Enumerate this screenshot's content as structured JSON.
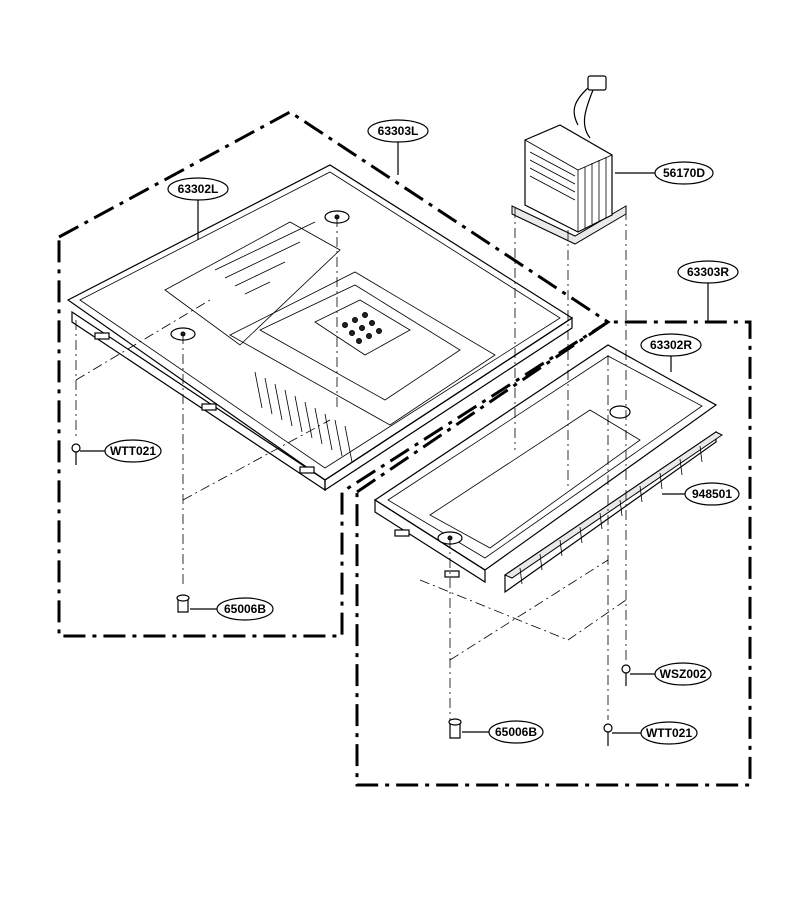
{
  "diagram": {
    "parts": {
      "top_left_panel": "63303L",
      "left_panel_base": "63302L",
      "transformer": "56170D",
      "top_right_panel": "63303R",
      "right_panel_base": "63302R",
      "foam_strip": "948501",
      "screw_left": "WTT021",
      "foot_left": "65006B",
      "screw_wsz": "WSZ002",
      "foot_right": "65006B",
      "screw_right": "WTT021"
    }
  }
}
